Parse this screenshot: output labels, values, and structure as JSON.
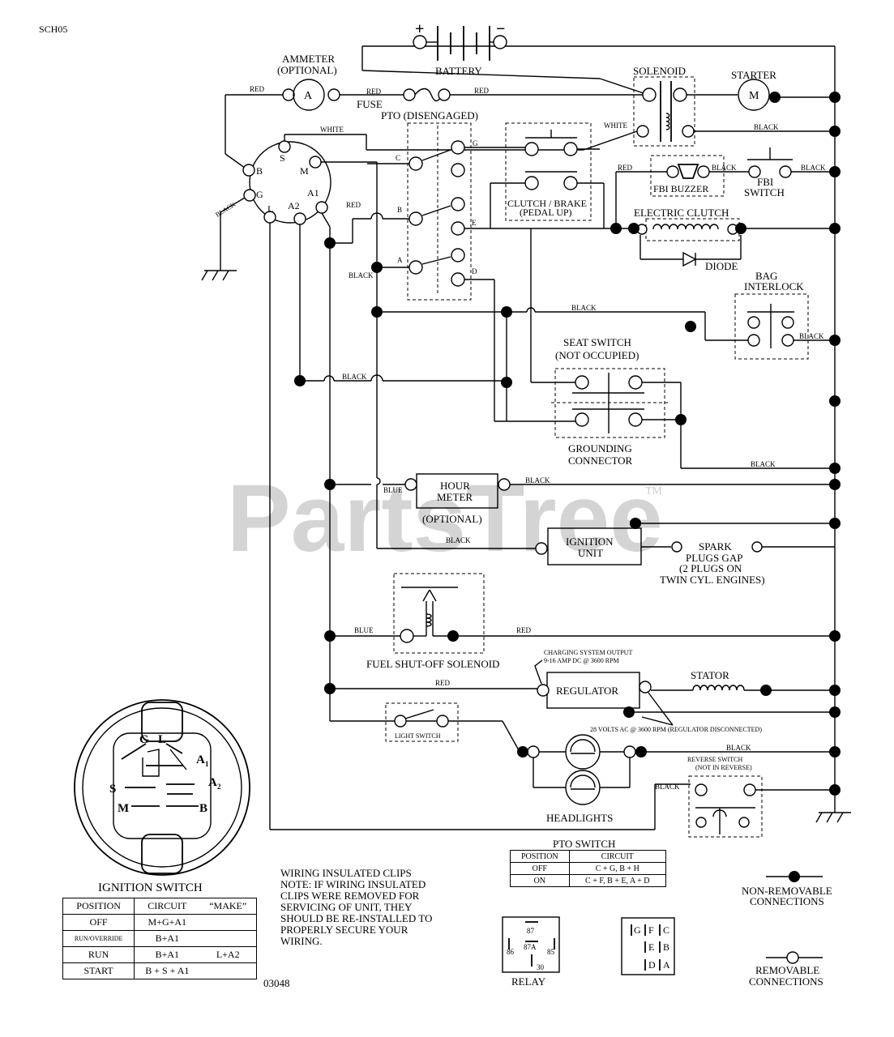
{
  "doc_code": "SCH05",
  "part_no": "03048",
  "watermark": "PartsTree",
  "watermark_tm": "TM",
  "components": {
    "battery": "BATTERY",
    "battery_plus": "+",
    "battery_minus": "−",
    "ammeter": "AMMETER",
    "ammeter_opt": "(OPTIONAL)",
    "ammeter_symbol": "A",
    "fuse": "FUSE",
    "solenoid": "SOLENOID",
    "starter": "STARTER",
    "starter_symbol": "M",
    "pto": "PTO (DISENGAGED)",
    "clutch_brake": "CLUTCH / BRAKE",
    "pedal_up": "(PEDAL UP)",
    "fbi_buzzer": "FBI BUZZER",
    "fbi_switch_1": "FBI",
    "fbi_switch_2": "SWITCH",
    "electric_clutch": "ELECTRIC CLUTCH",
    "diode": "DIODE",
    "bag_interlock_1": "BAG",
    "bag_interlock_2": "INTERLOCK",
    "seat_switch_1": "SEAT SWITCH",
    "seat_switch_2": "(NOT OCCUPIED)",
    "grounding_1": "GROUNDING",
    "grounding_2": "CONNECTOR",
    "hour_meter_1": "HOUR",
    "hour_meter_2": "METER",
    "hour_meter_opt": "(OPTIONAL)",
    "ignition_unit_1": "IGNITION",
    "ignition_unit_2": "UNIT",
    "spark_1": "SPARK",
    "spark_2": "PLUGS GAP",
    "spark_3": "(2 PLUGS ON",
    "spark_4": "TWIN CYL. ENGINES)",
    "fuel_solenoid": "FUEL SHUT-OFF SOLENOID",
    "charging_1": "CHARGING SYSTEM OUTPUT",
    "charging_2": "9-16 AMP DC @ 3600 RPM",
    "regulator": "REGULATOR",
    "stator": "STATOR",
    "ac_note": "28 VOLTS AC @ 3600 RPM (REGULATOR DISCONNECTED)",
    "light_switch": "LIGHT SWITCH",
    "headlights": "HEADLIGHTS",
    "reverse_switch": "REVERSE SWITCH",
    "not_in_reverse": "(NOT IN REVERSE)",
    "ignition_switch": "IGNITION SWITCH"
  },
  "wire_colors": {
    "red": "RED",
    "white": "WHITE",
    "black": "BLACK",
    "blue": "BLUE"
  },
  "terminals": {
    "B": "B",
    "S": "S",
    "M": "M",
    "G": "G",
    "L": "L",
    "A2": "A2",
    "A1": "A1",
    "pto_C": "C",
    "pto_G": "G",
    "pto_B": "B",
    "pto_E": "E",
    "pto_A": "A",
    "pto_D": "D"
  },
  "switch_face": {
    "G": "G",
    "L": "L",
    "A1": "A",
    "A1_sub": "1",
    "A2": "A",
    "A2_sub": "2",
    "S": "S",
    "M": "M",
    "B": "B"
  },
  "ignition_table": {
    "headers": [
      "POSITION",
      "CIRCUIT",
      "“MAKE”"
    ],
    "rows": [
      [
        "OFF",
        "M+G+A1",
        ""
      ],
      [
        "RUN/OVERRIDE",
        "B+A1",
        ""
      ],
      [
        "RUN",
        "B+A1",
        "L+A2"
      ],
      [
        "START",
        "B + S + A1",
        ""
      ]
    ]
  },
  "pto_switch": {
    "title": "PTO SWITCH",
    "headers": [
      "POSITION",
      "CIRCUIT"
    ],
    "rows": [
      [
        "OFF",
        "C + G, B + H"
      ],
      [
        "ON",
        "C + F, B + E, A + D"
      ]
    ]
  },
  "notes": {
    "clips_title": "WIRING INSULATED CLIPS",
    "clips_lines": [
      "NOTE: IF WIRING INSULATED",
      "CLIPS WERE REMOVED FOR",
      "SERVICING OF UNIT, THEY",
      "SHOULD BE RE-INSTALLED TO",
      "PROPERLY SECURE YOUR",
      "WIRING."
    ]
  },
  "relay": {
    "label": "RELAY",
    "p87": "87",
    "p87a": "87A",
    "p86": "86",
    "p85": "85",
    "p30": "30"
  },
  "connector_pins": {
    "G": "G",
    "F": "F",
    "C": "C",
    "E": "E",
    "B": "B",
    "D": "D",
    "A": "A"
  },
  "legend": {
    "non_removable_1": "NON-REMOVABLE",
    "non_removable_2": "CONNECTIONS",
    "removable_1": "REMOVABLE",
    "removable_2": "CONNECTIONS"
  }
}
